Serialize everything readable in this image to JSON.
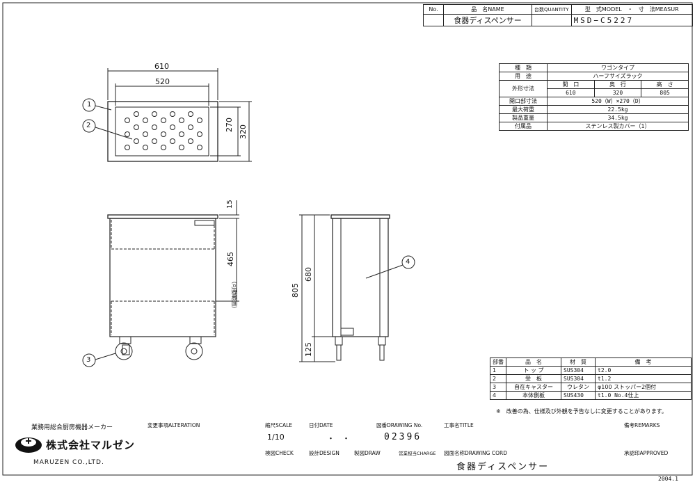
{
  "title_block": {
    "no_header": "No.",
    "name_header": "品　名NAME",
    "qty_header": "台数QUANTITY",
    "model_header": "型　式MODEL　・　寸　法MEASUR",
    "name_value": "食器ディスペンサー",
    "model_value": "MSD−C5227"
  },
  "spec_table": {
    "type_label": "種　類",
    "type_value": "ワゴンタイプ",
    "use_label": "用　途",
    "use_value": "ハーフサイズラック",
    "dims_label": "外形寸法",
    "col_open": "間　口",
    "col_depth": "奥　行",
    "col_height": "高　さ",
    "width": "610",
    "depth": "320",
    "height": "805",
    "opening_label": "開口部寸法",
    "opening_value": "520（W）×270（D）",
    "max_load_label": "最大荷重",
    "max_load_value": "22.5kg",
    "weight_label": "製品重量",
    "weight_value": "34.5kg",
    "accessory_label": "付属品",
    "accessory_value": "ステンレス製カバー（1）"
  },
  "parts_table": {
    "header": {
      "no": "部番",
      "name": "品　名",
      "material": "材　質",
      "remarks": "備　考"
    },
    "rows": [
      {
        "no": "1",
        "name": "ト ッ プ",
        "material": "SUS304",
        "remarks": "t2.0"
      },
      {
        "no": "2",
        "name": "受　板",
        "material": "SUS304",
        "remarks": "t1.2"
      },
      {
        "no": "3",
        "name": "自在キャスター",
        "material": "ウレタン",
        "remarks": "φ100 ストッパー2個付"
      },
      {
        "no": "4",
        "name": "本体側板",
        "material": "SUS430",
        "remarks": "t1.0 No.4仕上"
      }
    ],
    "note": "※　改善の為、仕様及び外観を予告なしに変更することがあります。"
  },
  "drawing": {
    "dim_610": "610",
    "dim_520": "520",
    "dim_270": "270",
    "dim_320": "320",
    "dim_15": "15",
    "dim_465": "465",
    "dim_465_note": "（可動範囲）",
    "dim_805": "805",
    "dim_680": "680",
    "dim_125": "125",
    "balloon_1": "1",
    "balloon_2": "2",
    "balloon_3": "3",
    "balloon_4": "4"
  },
  "footer": {
    "company_tagline": "業務用総合厨房機器メーカー",
    "company_name": "株式会社マルゼン",
    "company_roman": "MARUZEN CO.,LTD.",
    "alteration_label": "変更事項ALTERATION",
    "scale_label": "縮尺SCALE",
    "scale_value": "1/10",
    "date_label": "日付DATE",
    "date_value": "・　・",
    "drawing_no_label": "図番DRAWING No.",
    "drawing_no_value": "02396",
    "title_label": "工事名TITLE",
    "remarks_label": "備考REMARKS",
    "check_label": "検図CHECK",
    "design_label": "設計DESIGN",
    "draw_label": "製図DRAW",
    "charge_label": "営業担当CHARGE",
    "drawing_cord_label": "図面名称DRAWING CORD",
    "drawing_cord_value": "食器ディスペンサー",
    "approved_label": "承認印APPROVED",
    "version": "2004.1"
  }
}
